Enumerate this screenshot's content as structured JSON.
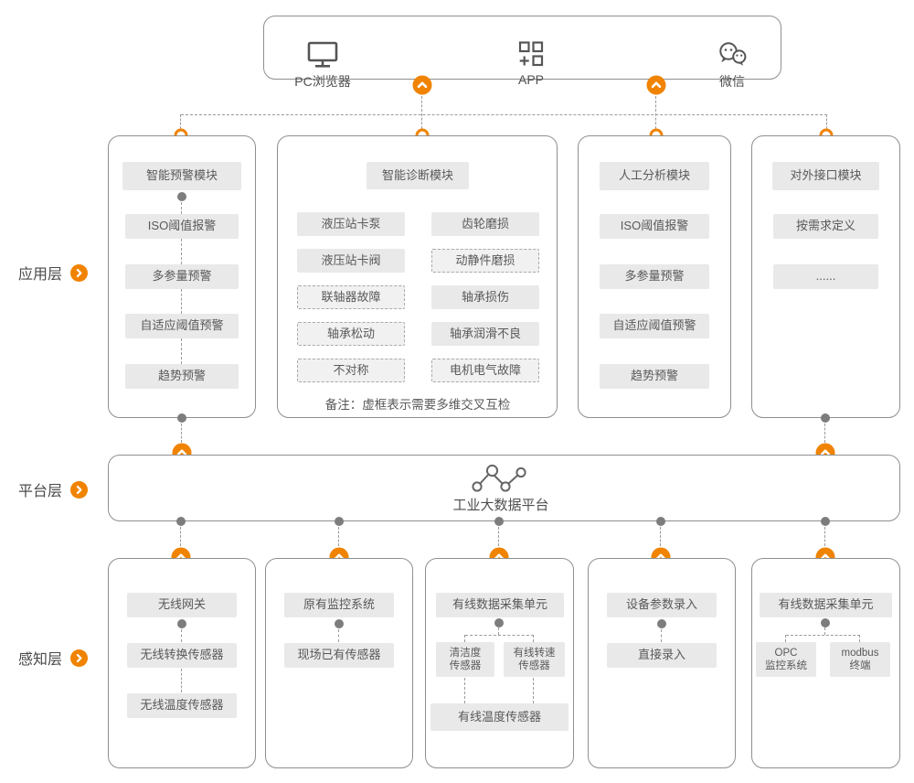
{
  "channels": {
    "items": [
      {
        "label": "PC浏览器",
        "icon": "monitor-icon"
      },
      {
        "label": "APP",
        "icon": "app-grid-icon"
      },
      {
        "label": "微信",
        "icon": "wechat-icon"
      }
    ]
  },
  "layers": {
    "application": "应用层",
    "platform": "平台层",
    "perception": "感知层"
  },
  "app_columns": [
    {
      "title": "智能预警模块",
      "items": [
        "ISO阈值报警",
        "多参量预警",
        "自适应阈值预警",
        "趋势预警"
      ]
    },
    {
      "title": "智能诊断模块",
      "left": [
        "液压站卡泵",
        "液压站卡阀",
        "联轴器故障",
        "轴承松动",
        "不对称"
      ],
      "right": [
        "齿轮磨损",
        "动静件磨损",
        "轴承损伤",
        "轴承润滑不良",
        "电机电气故障"
      ],
      "note": "备注：虚框表示需要多维交叉互检"
    },
    {
      "title": "人工分析模块",
      "items": [
        "ISO阈值报警",
        "多参量预警",
        "自适应阈值预警",
        "趋势预警"
      ]
    },
    {
      "title": "对外接口模块",
      "items": [
        "按需求定义",
        "......"
      ]
    }
  ],
  "platform": {
    "label": "工业大数据平台",
    "icon": "molecule-icon"
  },
  "perception_columns": [
    {
      "items": [
        "无线网关",
        "无线转换传感器",
        "无线温度传感器"
      ]
    },
    {
      "items": [
        "原有监控系统",
        "现场已有传感器"
      ]
    },
    {
      "top": "有线数据采集单元",
      "branches": [
        {
          "line1": "清洁度",
          "line2": "传感器"
        },
        {
          "line1": "有线转速",
          "line2": "传感器"
        }
      ],
      "bottom": "有线温度传感器"
    },
    {
      "items": [
        "设备参数录入",
        "直接录入"
      ]
    },
    {
      "top": "有线数据采集单元",
      "branches": [
        {
          "line1": "OPC",
          "line2": "监控系统"
        },
        {
          "line1": "modbus",
          "line2": "终端"
        }
      ]
    }
  ],
  "colors": {
    "accent_orange": "#F08300",
    "box_fill": "#E9E9E9",
    "text": "#595959"
  }
}
